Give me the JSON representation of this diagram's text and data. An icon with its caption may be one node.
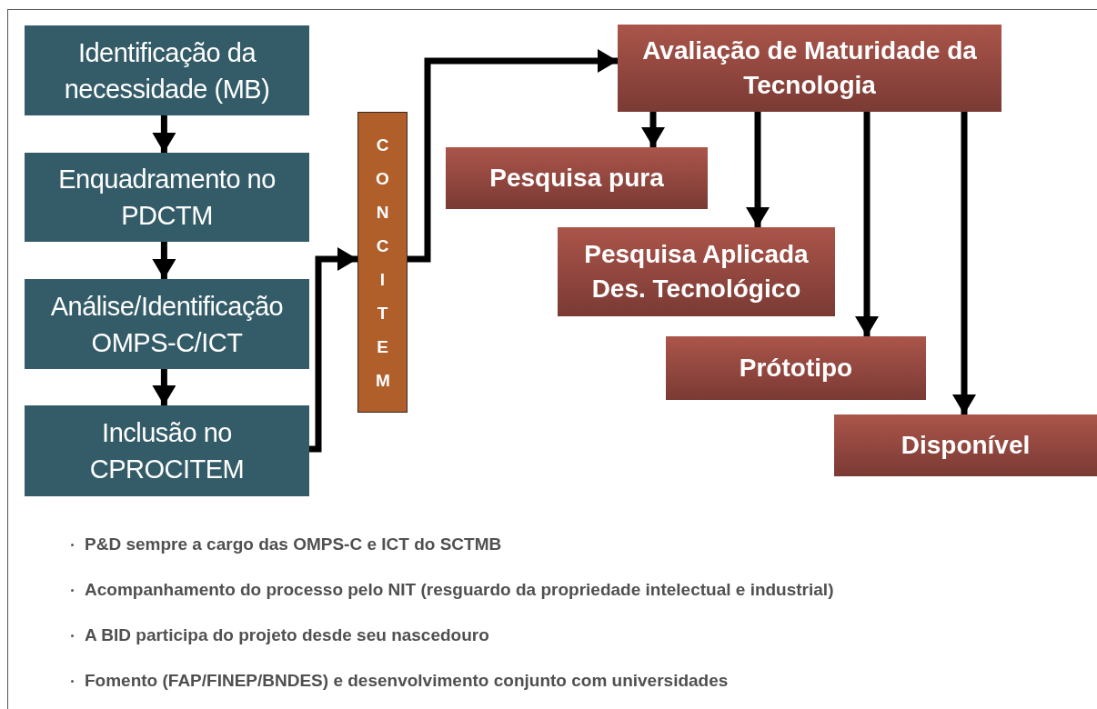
{
  "diagram": {
    "nodes": [
      {
        "text": [
          "Identificação da necessidade (MB)"
        ]
      },
      {
        "text": [
          "Enquadramento no PDCTM"
        ]
      },
      {
        "text": [
          "Análise/Identificação OMPS-C/ICT"
        ]
      },
      {
        "text": [
          "Inclusão no CPROCITEM"
        ]
      },
      {
        "text": [
          "CONCITEM"
        ]
      },
      {
        "text": [
          "Avaliação de Maturidade da Tecnologia"
        ]
      },
      {
        "text": [
          "Pesquisa pura"
        ]
      },
      {
        "text": [
          "Pesquisa Aplicada Des. Tecnológico"
        ]
      },
      {
        "text": [
          "Prótotipo"
        ]
      },
      {
        "text": [
          "Disponível"
        ]
      }
    ],
    "edges": [
      {
        "from": 0,
        "to": 1,
        "arrow": "to"
      },
      {
        "from": 1,
        "to": 2,
        "arrow": "to"
      },
      {
        "from": 2,
        "to": 3,
        "arrow": "to"
      },
      {
        "from": 3,
        "to": 4,
        "arrow": "to"
      },
      {
        "from": 4,
        "to": 5,
        "arrow": "to"
      },
      {
        "from": 5,
        "to": 6,
        "arrow": "to"
      },
      {
        "from": 5,
        "to": 7,
        "arrow": "to"
      },
      {
        "from": 5,
        "to": 8,
        "arrow": "to"
      },
      {
        "from": 5,
        "to": 9,
        "arrow": "to"
      }
    ],
    "labels": [
      "P&D sempre a cargo das OMPS-C e ICT do SCTMB",
      "Acompanhamento do processo pelo NIT (resguardo da propriedade intelectual e industrial)",
      "A BID participa do projeto desde seu nascedouro",
      "Fomento (FAP/FINEP/BNDES) e desenvolvimento conjunto com universidades"
    ]
  }
}
